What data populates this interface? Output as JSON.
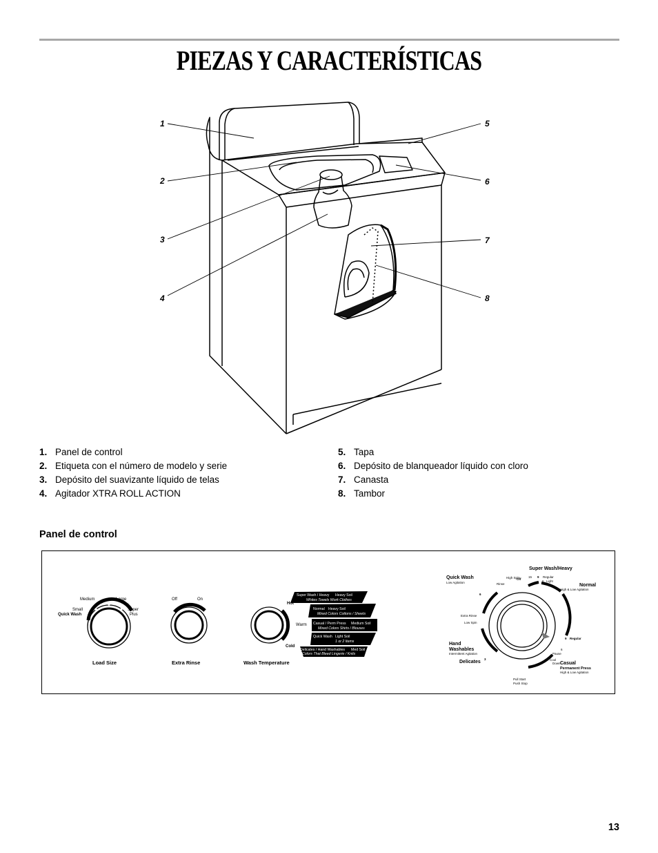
{
  "title": "PIEZAS Y CARACTERÍSTICAS",
  "callouts": [
    "1",
    "2",
    "3",
    "4",
    "5",
    "6",
    "7",
    "8"
  ],
  "parts_left": [
    {
      "num": "1.",
      "label": "Panel de control"
    },
    {
      "num": "2.",
      "label": "Etiqueta con el número de modelo y serie"
    },
    {
      "num": "3.",
      "label": "Depósito del suavizante líquido de telas"
    },
    {
      "num": "4.",
      "label": "Agitador XTRA ROLL ACTION"
    }
  ],
  "parts_right": [
    {
      "num": "5.",
      "label": "Tapa"
    },
    {
      "num": "6.",
      "label": "Depósito de blanqueador líquido con cloro"
    },
    {
      "num": "7.",
      "label": "Canasta"
    },
    {
      "num": "8.",
      "label": "Tambor"
    }
  ],
  "subheading": "Panel de control",
  "panel": {
    "load_size": {
      "label": "Load Size",
      "medium": "Medium",
      "large": "Large",
      "small": "Small",
      "quick": "Quick Wash",
      "super": "Super",
      "plus": "Plus"
    },
    "extra_rinse": {
      "label": "Extra Rinse",
      "off": "Off",
      "on": "On"
    },
    "wash_temp": {
      "label": "Wash Temperature",
      "hot": "Hot",
      "warm": "Warm",
      "cold": "Cold",
      "bands": [
        {
          "a": "Super Wash / Heavy",
          "b": "Heavy Soil",
          "c": "Whites   Towels   Work Clothes"
        },
        {
          "a": "Normal",
          "b": "Heavy Soil",
          "c": "Mixed Colors   Cottons / Sheets"
        },
        {
          "a": "Casual / Perm Press",
          "b": "Medium Soil",
          "c": "Mixed Colors   Shirts / Blouses"
        },
        {
          "a": "Quick Wash",
          "b": "Light Soil",
          "c": "1 or 2 Items"
        },
        {
          "a": "Delicates / Hand Washables",
          "b": "Med Soil",
          "c": "Colors That Bleed   Lingerie / Knits"
        }
      ]
    },
    "cycle": {
      "quick_wash": "Quick Wash",
      "low_agitation": "Low Agitation",
      "super_heavy": "Super Wash/Heavy",
      "n15": "15",
      "n9a": "9",
      "regular_a": "Regular",
      "n6a": "6",
      "light": "Light",
      "high_spin": "High Spin",
      "rinse": "Rinse",
      "off": "Off",
      "normal": "Normal",
      "normal_sub": "High & Low Agitation",
      "n6b": "6",
      "extra_rinse": "Extra Rinse",
      "low_spin": "Low Spin",
      "n9b": "9",
      "regular_b": "Regular",
      "n6c": "6",
      "hand": "Hand",
      "washables": "Washables",
      "intermittent": "Intermittent Agitation",
      "delicates": "Delicates",
      "n3": "3",
      "pause": "Pause",
      "cool": "Cool",
      "down": "Down",
      "casual": "Casual",
      "perm": "Permanent Press",
      "casual_sub": "High & Low Agitation",
      "pull": "Pull Start",
      "push": "Push Stop"
    }
  },
  "page_number": "13"
}
